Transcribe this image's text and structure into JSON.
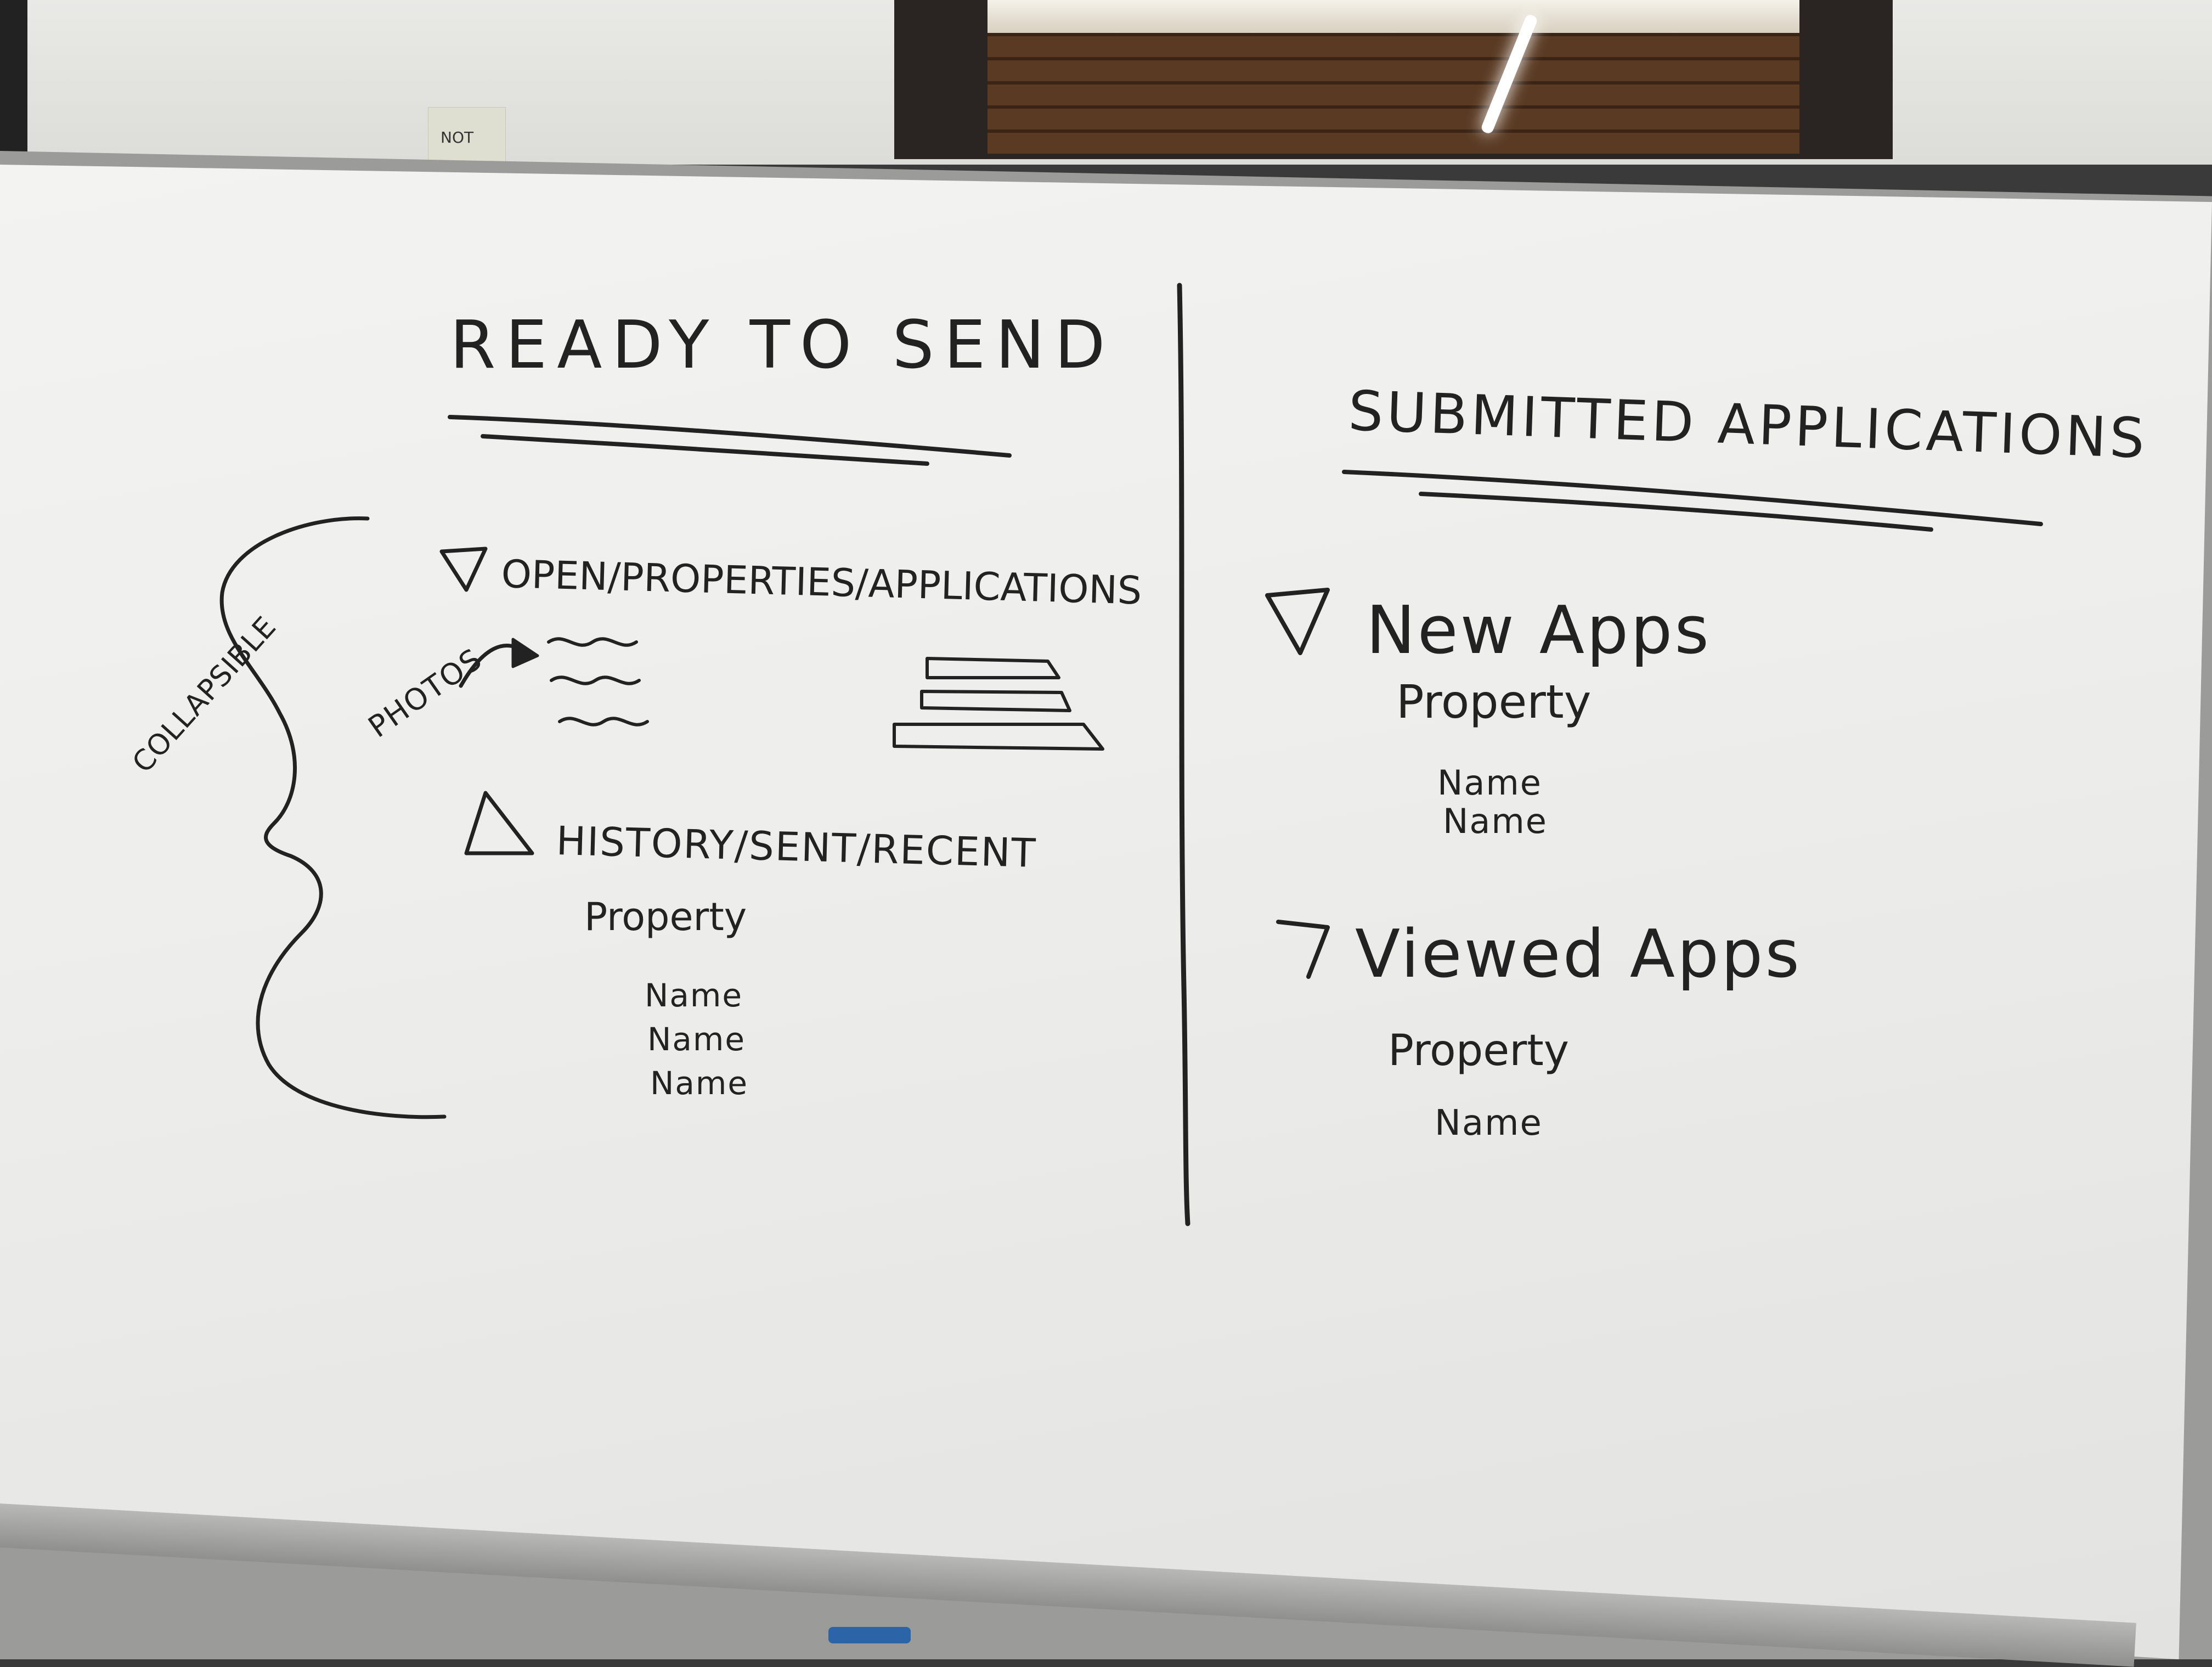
{
  "sticky_note": {
    "text": "NOT"
  },
  "left_section": {
    "title": "READY TO SEND",
    "collapsible_label": "COLLAPSIBLE",
    "photos_label": "PHOTOS",
    "open_group": "OPEN/PROPERTIES/APPLICATIONS",
    "history_group": "HISTORY/SENT/RECENT",
    "history_property": "Property",
    "history_names": [
      "Name",
      "Name",
      "Name"
    ]
  },
  "right_section": {
    "title": "SUBMITTED APPLICATIONS",
    "new_group": "New Apps",
    "new_property": "Property",
    "new_names": [
      "Name",
      "Name"
    ],
    "viewed_group": "Viewed Apps",
    "viewed_property": "Property",
    "viewed_names": [
      "Name"
    ]
  },
  "colors": {
    "ink": "#222222",
    "marker": "#2c64a8"
  }
}
